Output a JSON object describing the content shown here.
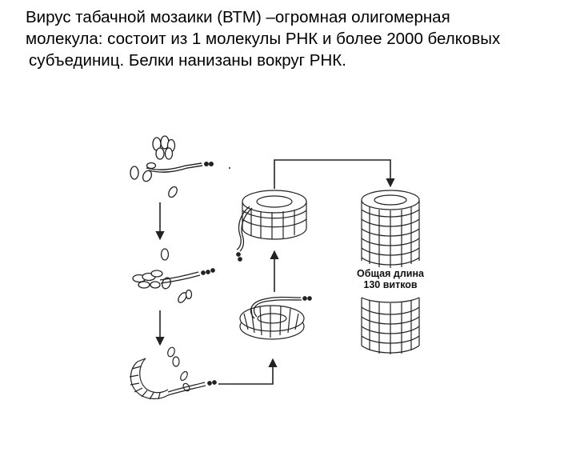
{
  "slide": {
    "title_lines": [
      "Вирус табачной мозаики (ВТМ) –огромная олигомерная",
      "молекула: состоит из 1 молекулы РНК и  более 2000 белковых",
      "субъединиц. Белки нанизаны вокруг РНК."
    ]
  },
  "diagram": {
    "label_line1": "Общая длина",
    "label_line2": "130 витков"
  }
}
